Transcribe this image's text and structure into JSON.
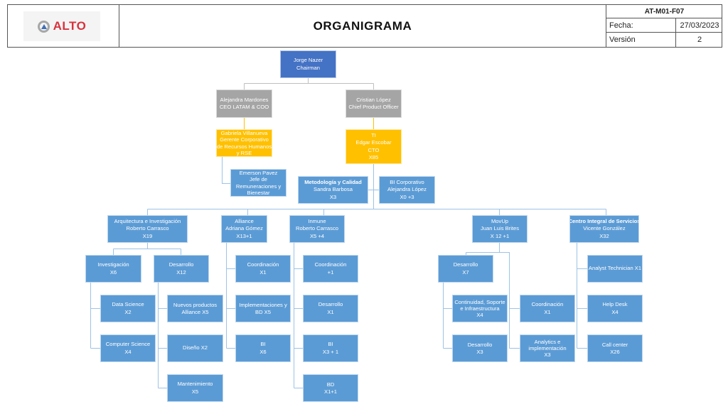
{
  "header": {
    "logo_text": "ALTO",
    "title": "ORGANIGRAMA",
    "doc_code": "AT-M01-F07",
    "date_label": "Fecha:",
    "date_value": "27/03/2023",
    "version_label": "Versión",
    "version_value": "2"
  },
  "colors": {
    "chairman": "#4472c4",
    "executive": "#a5a5a5",
    "management": "#ffc000",
    "unit": "#5b9bd5",
    "connector_blue": "#9dc3e6",
    "connector_gray": "#bfbfbf",
    "connector_gold": "#ffc000"
  },
  "org": {
    "chairman": {
      "lines": [
        "Jorge Nazer",
        "Chairman"
      ]
    },
    "ceo": {
      "lines": [
        "Alejandra Mardones",
        "CEO LATAM & COO"
      ]
    },
    "cpo": {
      "lines": [
        "Cristian López",
        "Chief Product Officer"
      ]
    },
    "hr": {
      "lines": [
        "Gabriela Villanueva",
        "Gerente Corporativo",
        "de Recursos Humanos",
        "y RSE"
      ]
    },
    "rem": {
      "lines": [
        "Emerson Pavez",
        "Jefe de",
        "Remuneraciones y",
        "Bienestar"
      ]
    },
    "ti": {
      "lines": [
        "TI",
        "Edgar Escobar",
        "CTO",
        "X85"
      ]
    },
    "metodologia": {
      "title": "Metodología y Calidad",
      "lines": [
        "Sandra Barbosa",
        "X3"
      ]
    },
    "bi_corp": {
      "lines": [
        "BI Corporativo",
        "Alejandra López",
        "X0 +3"
      ]
    },
    "arquitectura": {
      "lines": [
        "Arquitectura e Investigación",
        "Roberto Carrasco",
        "X19"
      ],
      "investigacion": {
        "lines": [
          "Investigación",
          "X6"
        ],
        "children": [
          {
            "lines": [
              "Data Science",
              "X2"
            ]
          },
          {
            "lines": [
              "Computer Science",
              "X4"
            ]
          }
        ]
      },
      "desarrollo": {
        "lines": [
          "Desarrollo",
          "X12"
        ],
        "children": [
          {
            "lines": [
              "Nuevos productos",
              "Alliance X5"
            ]
          },
          {
            "lines": [
              "Diseño X2"
            ]
          },
          {
            "lines": [
              "Mantenimiento",
              "X5"
            ]
          }
        ]
      }
    },
    "alliance": {
      "lines": [
        "Alliance",
        "Adriana Gómez",
        "X13+1"
      ],
      "children": [
        {
          "lines": [
            "Coordinación",
            "X1"
          ]
        },
        {
          "lines": [
            "Implementaciones y",
            "BD X5"
          ]
        },
        {
          "lines": [
            "BI",
            "X6"
          ]
        }
      ]
    },
    "inmune": {
      "lines": [
        "Inmune",
        "Roberto Carrasco",
        "X5 +4"
      ],
      "children": [
        {
          "lines": [
            "Coordinación",
            "+1"
          ]
        },
        {
          "lines": [
            "Desarrollo",
            "X1"
          ]
        },
        {
          "lines": [
            "BI",
            "X3 + 1"
          ]
        },
        {
          "lines": [
            "BD",
            "X1+1"
          ]
        }
      ]
    },
    "movup": {
      "lines": [
        "MovUp",
        "Juan Luis Brites",
        "X 12 +1"
      ],
      "desarrollo": {
        "lines": [
          "Desarrollo",
          "X7"
        ],
        "children": [
          {
            "lines": [
              "Continuidad, Soporte",
              "e Infraestructura",
              "X4"
            ]
          },
          {
            "lines": [
              "Desarrollo",
              "X3"
            ]
          }
        ]
      },
      "children": [
        {
          "lines": [
            "Coordinación",
            "X1"
          ]
        },
        {
          "lines": [
            "Analytics e",
            "implementación",
            "X3"
          ]
        }
      ]
    },
    "cis": {
      "title": "Centro Integral de Servicios",
      "lines": [
        "Vicente González",
        "X32"
      ],
      "children": [
        {
          "lines": [
            "Analyst Technician X1"
          ]
        },
        {
          "lines": [
            "Help Desk",
            "X4"
          ]
        },
        {
          "lines": [
            "Call center",
            "X26"
          ]
        }
      ]
    }
  }
}
